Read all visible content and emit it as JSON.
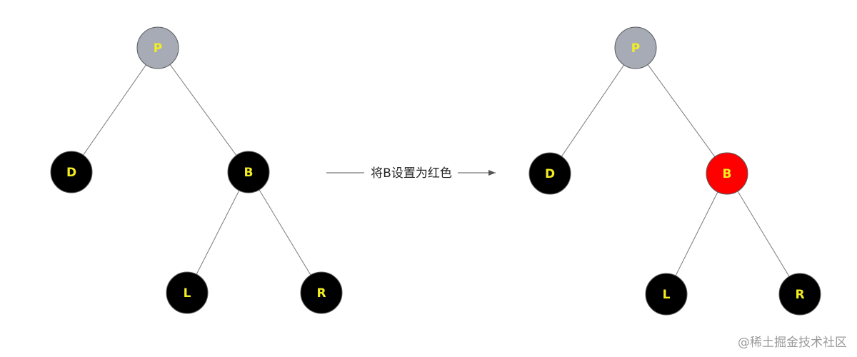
{
  "colors": {
    "gray_node": "#a7abb6",
    "black_node": "#000000",
    "red_node": "#ff0000",
    "label": "#f2ee21",
    "arrow": "#555555"
  },
  "arrow": {
    "label": "将B设置为红色"
  },
  "trees": [
    {
      "id": "before",
      "nodes": [
        {
          "id": "P",
          "label": "P",
          "color": "gray"
        },
        {
          "id": "D",
          "label": "D",
          "color": "black"
        },
        {
          "id": "B",
          "label": "B",
          "color": "black"
        },
        {
          "id": "L",
          "label": "L",
          "color": "black"
        },
        {
          "id": "R",
          "label": "R",
          "color": "black"
        }
      ],
      "edges": [
        [
          "P",
          "D"
        ],
        [
          "P",
          "B"
        ],
        [
          "B",
          "L"
        ],
        [
          "B",
          "R"
        ]
      ]
    },
    {
      "id": "after",
      "nodes": [
        {
          "id": "P",
          "label": "P",
          "color": "gray"
        },
        {
          "id": "D",
          "label": "D",
          "color": "black"
        },
        {
          "id": "B",
          "label": "B",
          "color": "red"
        },
        {
          "id": "L",
          "label": "L",
          "color": "black"
        },
        {
          "id": "R",
          "label": "R",
          "color": "black"
        }
      ],
      "edges": [
        [
          "P",
          "D"
        ],
        [
          "P",
          "B"
        ],
        [
          "B",
          "L"
        ],
        [
          "B",
          "R"
        ]
      ]
    }
  ],
  "watermark": "@稀土掘金技术社区"
}
